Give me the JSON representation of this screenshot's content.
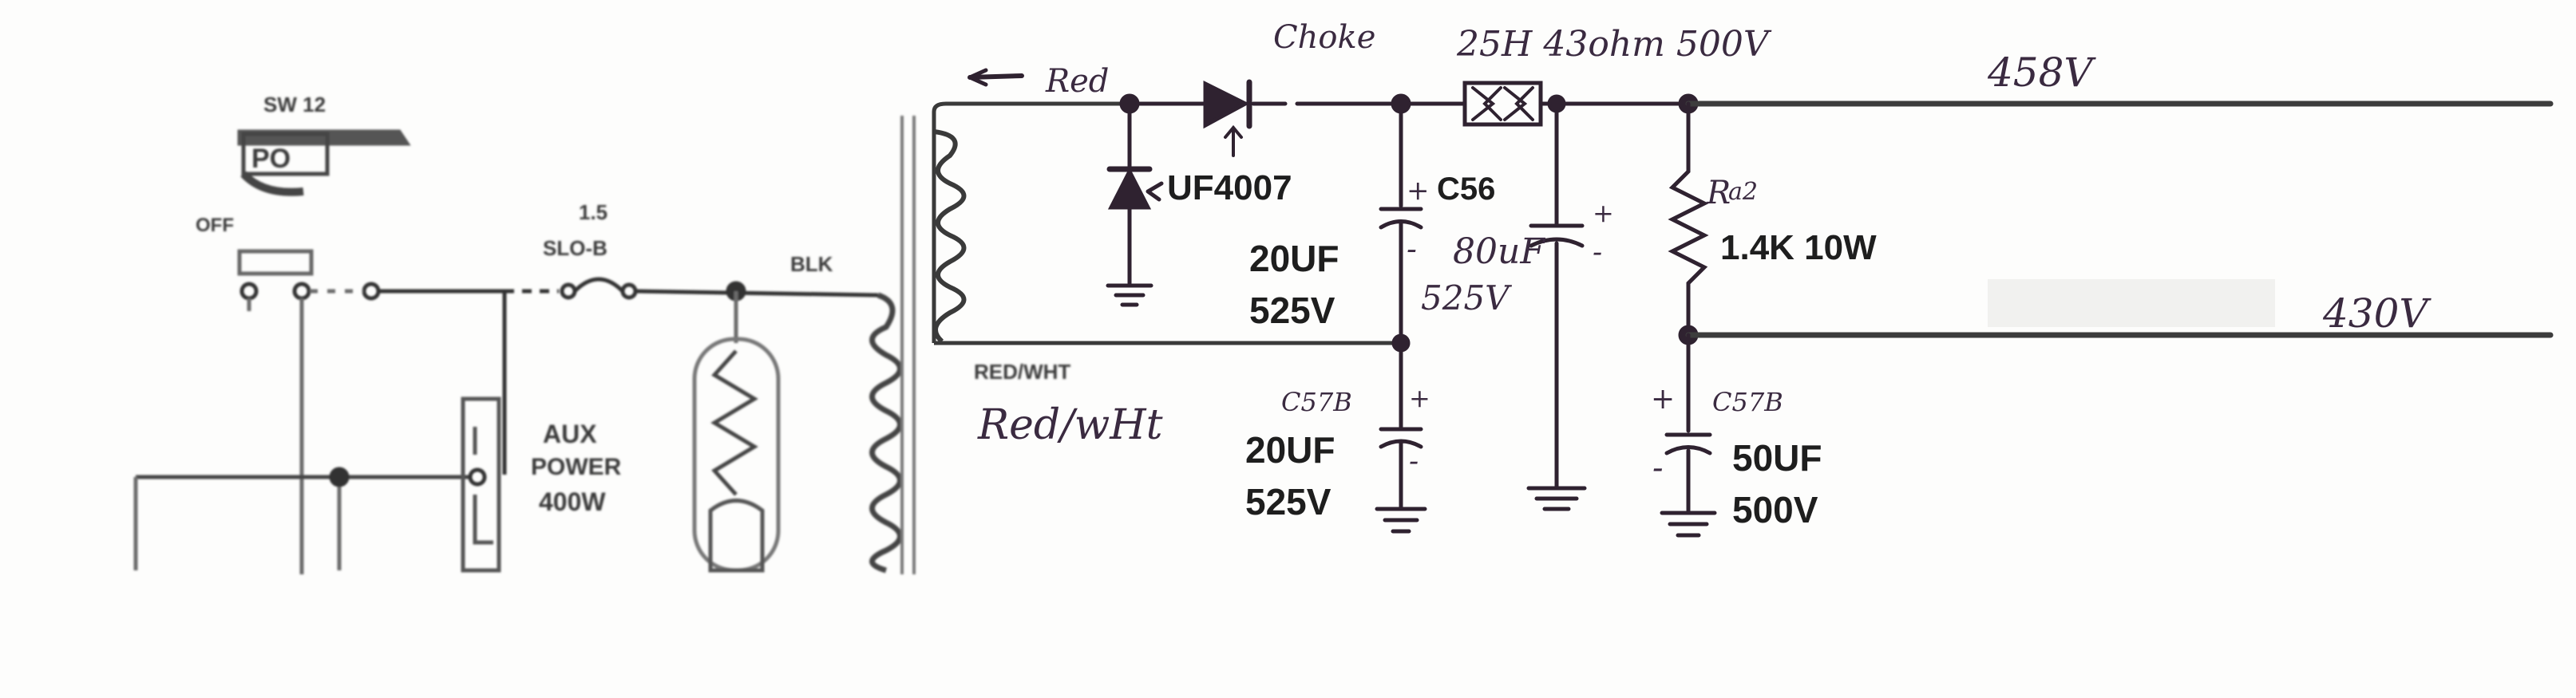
{
  "schematic": {
    "original_labels": {
      "switch": "SW 12",
      "switch_state": "PO",
      "off": "OFF",
      "fuse_value": "1.5",
      "fuse_type": "SLO-B",
      "blk": "BLK",
      "aux": "AUX",
      "power": "POWER",
      "watts": "400W",
      "red_wht": "RED/WHT"
    },
    "annotations": {
      "red": "Red",
      "choke": "Choke",
      "choke_spec": "25H 43ohm 500V",
      "v458": "458V",
      "v430": "430V",
      "red_wht_hand": "Red/wHt",
      "c56_value": "80uF",
      "c56_voltage": "525V"
    },
    "components": {
      "diode": "UF4007",
      "c56": "C56",
      "c56_cap": "20UF",
      "c56_v": "525V",
      "r": "R",
      "r_num": "a2",
      "r_value": "1.4K 10W",
      "c57b_left": "C57B",
      "c57b_left_cap": "20UF",
      "c57b_left_v": "525V",
      "c57b_right": "C57B",
      "c57b_right_cap": "50UF",
      "c57b_right_v": "500V",
      "plus": "+",
      "minus": "-"
    }
  }
}
